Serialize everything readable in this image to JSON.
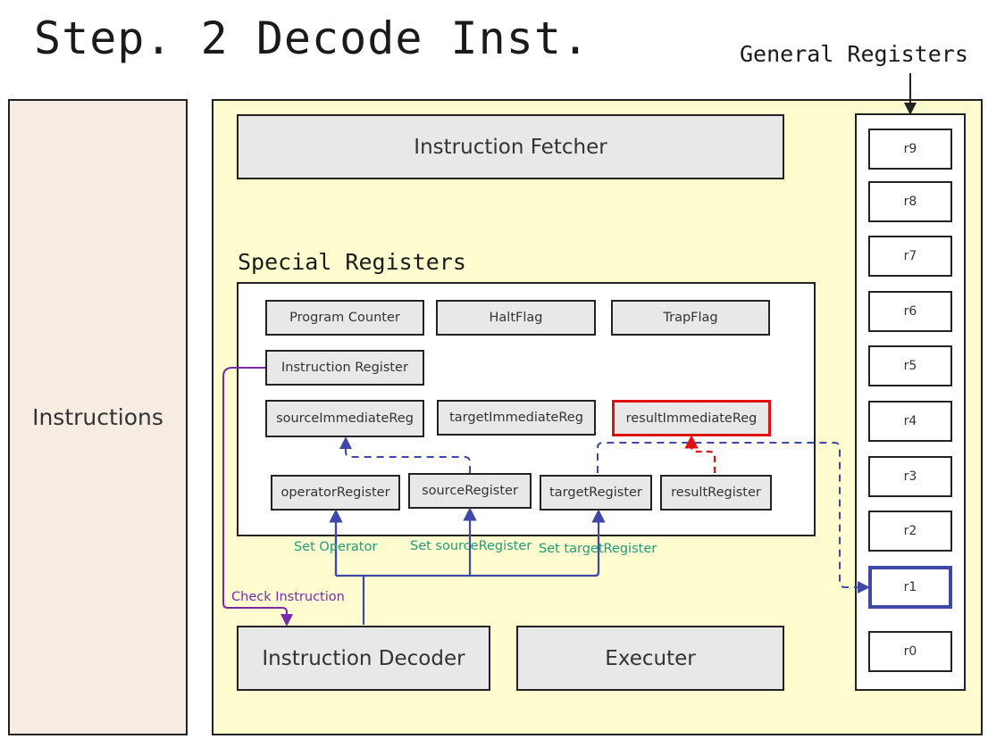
{
  "title": "Step. 2 Decode Inst.",
  "general_registers_label": "General Registers",
  "special_registers_label": "Special Registers",
  "instructions_label": "Instructions",
  "components": {
    "fetcher": "Instruction Fetcher",
    "decoder": "Instruction Decoder",
    "executer": "Executer"
  },
  "special_registers": {
    "program_counter": "Program Counter",
    "halt_flag": "HaltFlag",
    "trap_flag": "TrapFlag",
    "instruction_register": "Instruction Register",
    "source_immediate": "sourceImmediateReg",
    "target_immediate": "targetImmediateReg",
    "result_immediate": "resultImmediateReg",
    "operator_register": "operatorRegister",
    "source_register": "sourceRegister",
    "target_register": "targetRegister",
    "result_register": "resultRegister"
  },
  "general_registers": [
    "r9",
    "r8",
    "r7",
    "r6",
    "r5",
    "r4",
    "r3",
    "r2",
    "r1",
    "r0"
  ],
  "active_register": "r1",
  "arrow_labels": {
    "set_operator": "Set Operator",
    "set_source": "Set sourceRegister",
    "set_target": "Set targetRegister",
    "check_instruction": "Check Instruction"
  },
  "colors": {
    "blue_arrow": "#3f48a8",
    "red_highlight": "#e01010",
    "purple_arrow": "#7a2aa8",
    "green_label": "#1f9c7a",
    "cpu_background": "#fffdd0",
    "instructions_background": "#f7ece1"
  }
}
